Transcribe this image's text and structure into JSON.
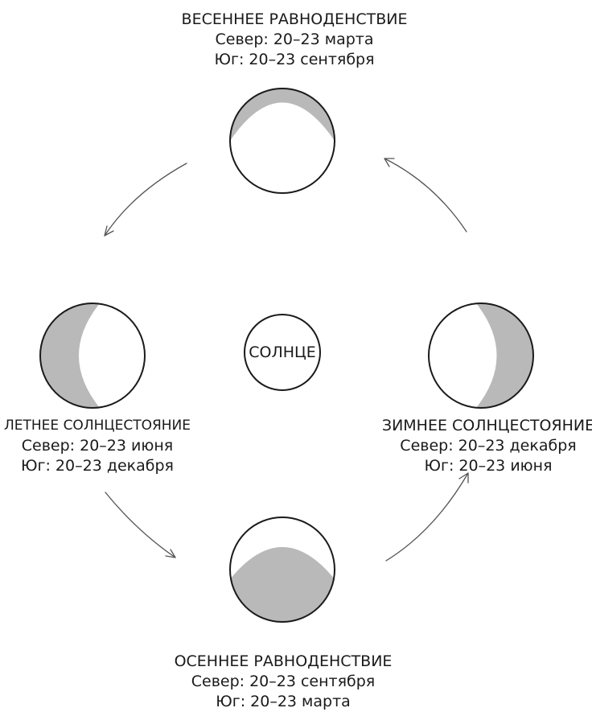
{
  "colors": {
    "stroke": "#1a1a1a",
    "shade": "#b9b9b9",
    "arrow": "#555555",
    "background": "#ffffff"
  },
  "center": {
    "label": "СОЛНЦЕ"
  },
  "phases": {
    "spring": {
      "title": "ВЕСЕННЕЕ РАВНОДЕНСТВИЕ",
      "north": "Север: 20–23 марта",
      "south": "Юг: 20–23 сентября"
    },
    "summer": {
      "title": "ЛЕТНЕЕ СОЛНЦЕСТОЯНИЕ",
      "north": "Север: 20–23 июня",
      "south": "Юг: 20–23 декабря"
    },
    "winter": {
      "title": "ЗИМНЕЕ СОЛНЦЕСТОЯНИЕ",
      "north": "Север: 20–23 декабря",
      "south": "Юг: 20–23 июня"
    },
    "autumn": {
      "title": "ОСЕННЕЕ РАВНОДЕНСТВИЕ",
      "north": "Север: 20–23 сентября",
      "south": "Юг: 20–23 марта"
    }
  }
}
